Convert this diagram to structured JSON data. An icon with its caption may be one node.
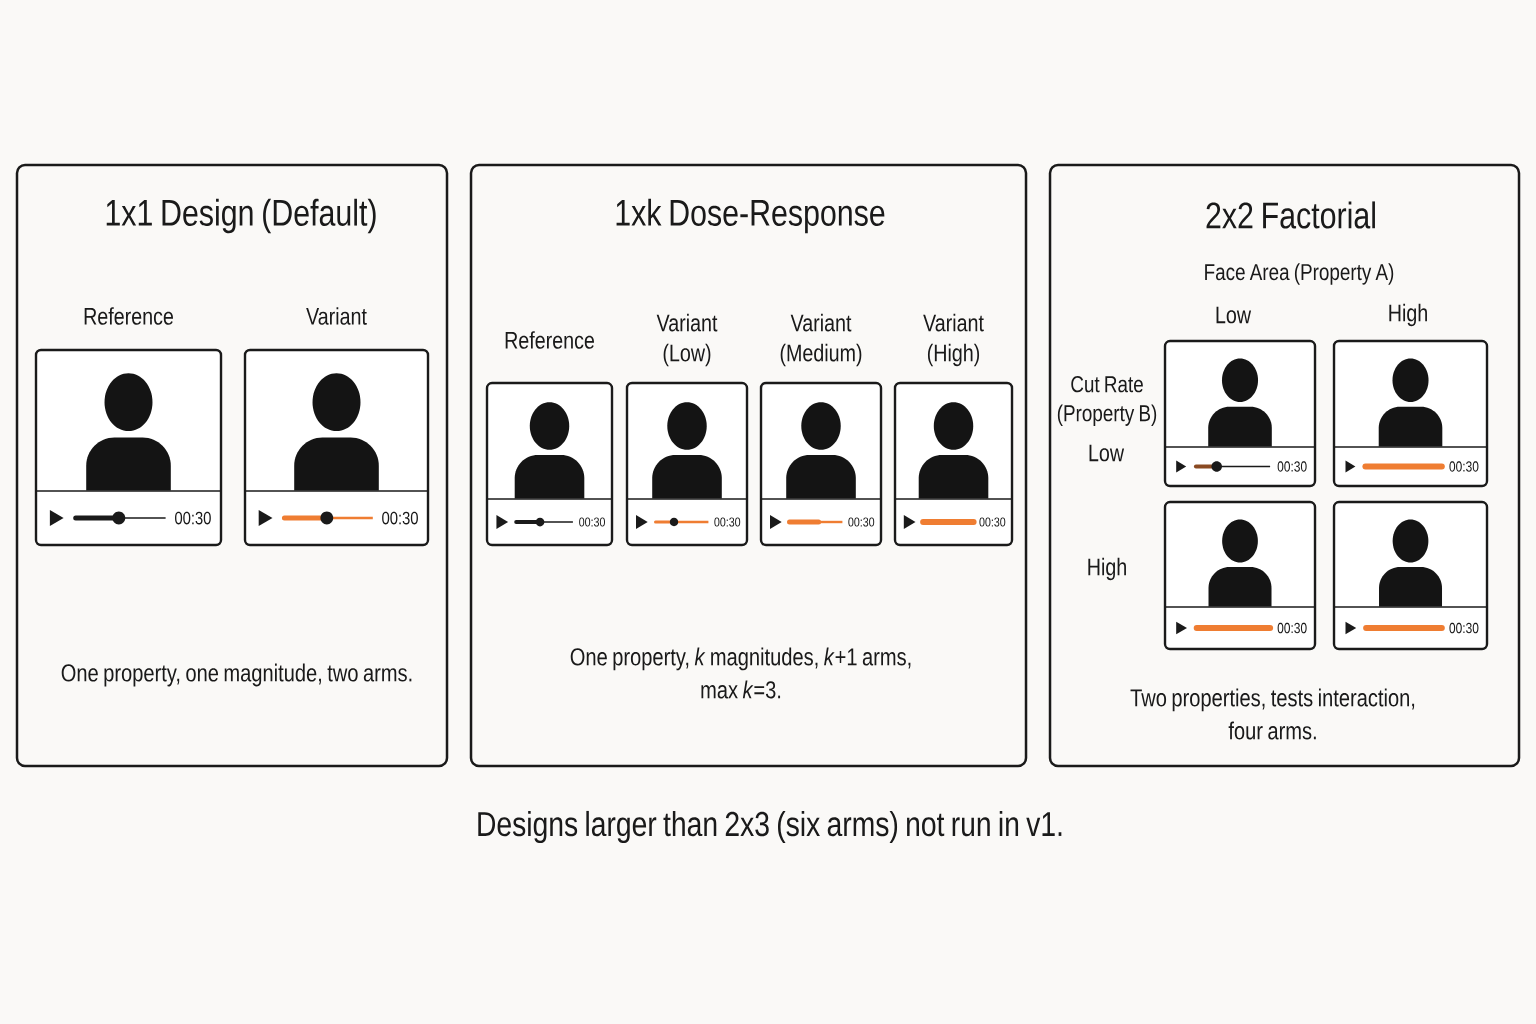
{
  "diagram": {
    "caption": "Designs larger than 2x3 (six arms) not run in v1.",
    "nodes": [
      {
        "text": [
          "1x1 Design (Default)",
          "One property, one magnitude, two arms."
        ]
      },
      {
        "text": [
          "Reference",
          "00:30"
        ],
        "in": 0
      },
      {
        "text": [
          "Variant",
          "00:30"
        ],
        "in": 0
      },
      {
        "text": [
          "1xk Dose-Response",
          "One property, *k* magnitudes, *k*+1 arms, max *k*=3."
        ]
      },
      {
        "text": [
          "Reference",
          "00:30"
        ],
        "in": 3
      },
      {
        "text": [
          "Variant (Low)",
          "00:30"
        ],
        "in": 3
      },
      {
        "text": [
          "Variant (Medium)",
          "00:30"
        ],
        "in": 3
      },
      {
        "text": [
          "Variant (High)",
          "00:30"
        ],
        "in": 3
      },
      {
        "text": [
          "2x2 Factorial",
          "Face Area (Property A)",
          "Low",
          "High",
          "Cut Rate (Property B)",
          "Low",
          "High",
          "Two properties, tests interaction, four arms."
        ]
      },
      {
        "text": [
          "00:30"
        ],
        "in": 8
      },
      {
        "text": [
          "00:30"
        ],
        "in": 8
      },
      {
        "text": [
          "00:30"
        ],
        "in": 8
      },
      {
        "text": [
          "00:30"
        ],
        "in": 8
      }
    ]
  }
}
